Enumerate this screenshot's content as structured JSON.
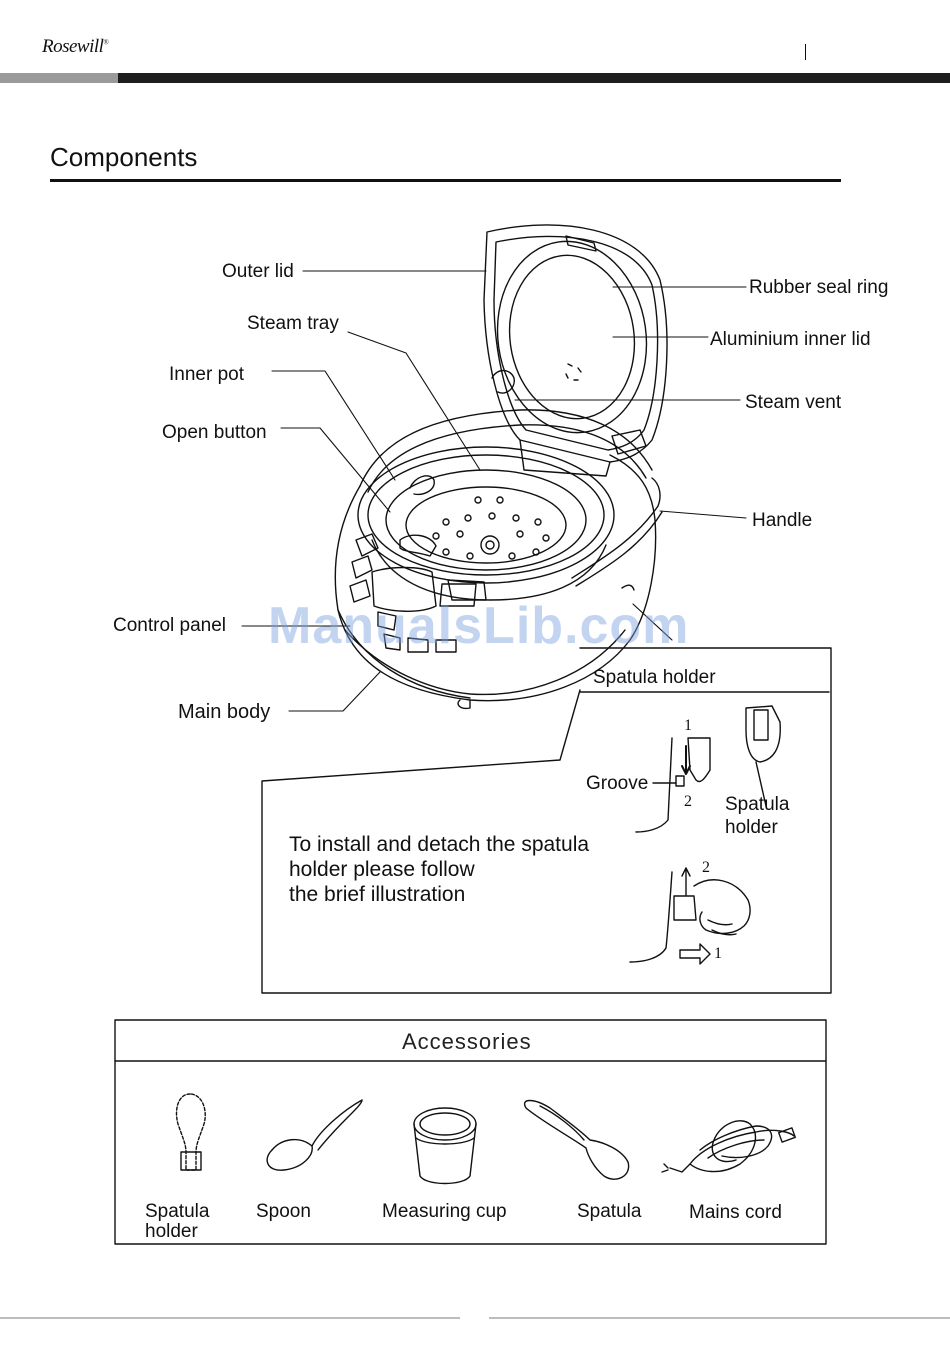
{
  "header": {
    "brand": "Rosewill",
    "trademark": "®"
  },
  "section": {
    "title": "Components"
  },
  "components": {
    "outer_lid": "Outer lid",
    "steam_tray": "Steam tray",
    "inner_pot": "Inner pot",
    "open_button": "Open button",
    "control_panel": "Control panel",
    "main_body": "Main body",
    "rubber_seal_ring": "Rubber seal ring",
    "aluminium_inner_lid": "Aluminium inner  lid",
    "steam_vent": "Steam vent",
    "handle": "Handle"
  },
  "spatula_box": {
    "title": "Spatula holder",
    "groove": "Groove",
    "step_1": "1",
    "step_2": "2",
    "step_2b": "2",
    "step_1b": "1",
    "holder_label_1": "Spatula",
    "holder_label_2": "holder",
    "instructions": [
      "To install and detach the  spatula",
      "holder  please follow",
      "the brief illustration"
    ]
  },
  "accessories": {
    "title": "Accessories",
    "items": [
      {
        "line1": "Spatula",
        "line2": "holder"
      },
      {
        "line1": "Spoon",
        "line2": ""
      },
      {
        "line1": "Measuring cup",
        "line2": ""
      },
      {
        "line1": "Spatula",
        "line2": ""
      },
      {
        "line1": "Mains  cord",
        "line2": ""
      }
    ]
  },
  "watermark": "ManualsLib.com"
}
